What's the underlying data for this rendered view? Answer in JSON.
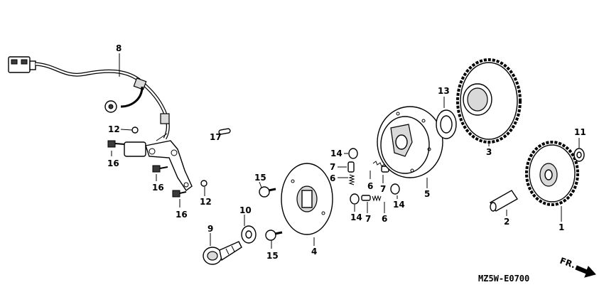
{
  "diagram": {
    "code": "MZ5W-E0700",
    "direction": "FR.",
    "callouts": [
      "8",
      "12",
      "16",
      "16",
      "16",
      "12",
      "9",
      "10",
      "15",
      "15",
      "4",
      "17",
      "14",
      "7",
      "6",
      "6",
      "7",
      "14",
      "14",
      "5",
      "13",
      "3",
      "11",
      "2",
      "1"
    ]
  },
  "icons": {
    "direction_arrow": "arrow-right-down-icon"
  }
}
